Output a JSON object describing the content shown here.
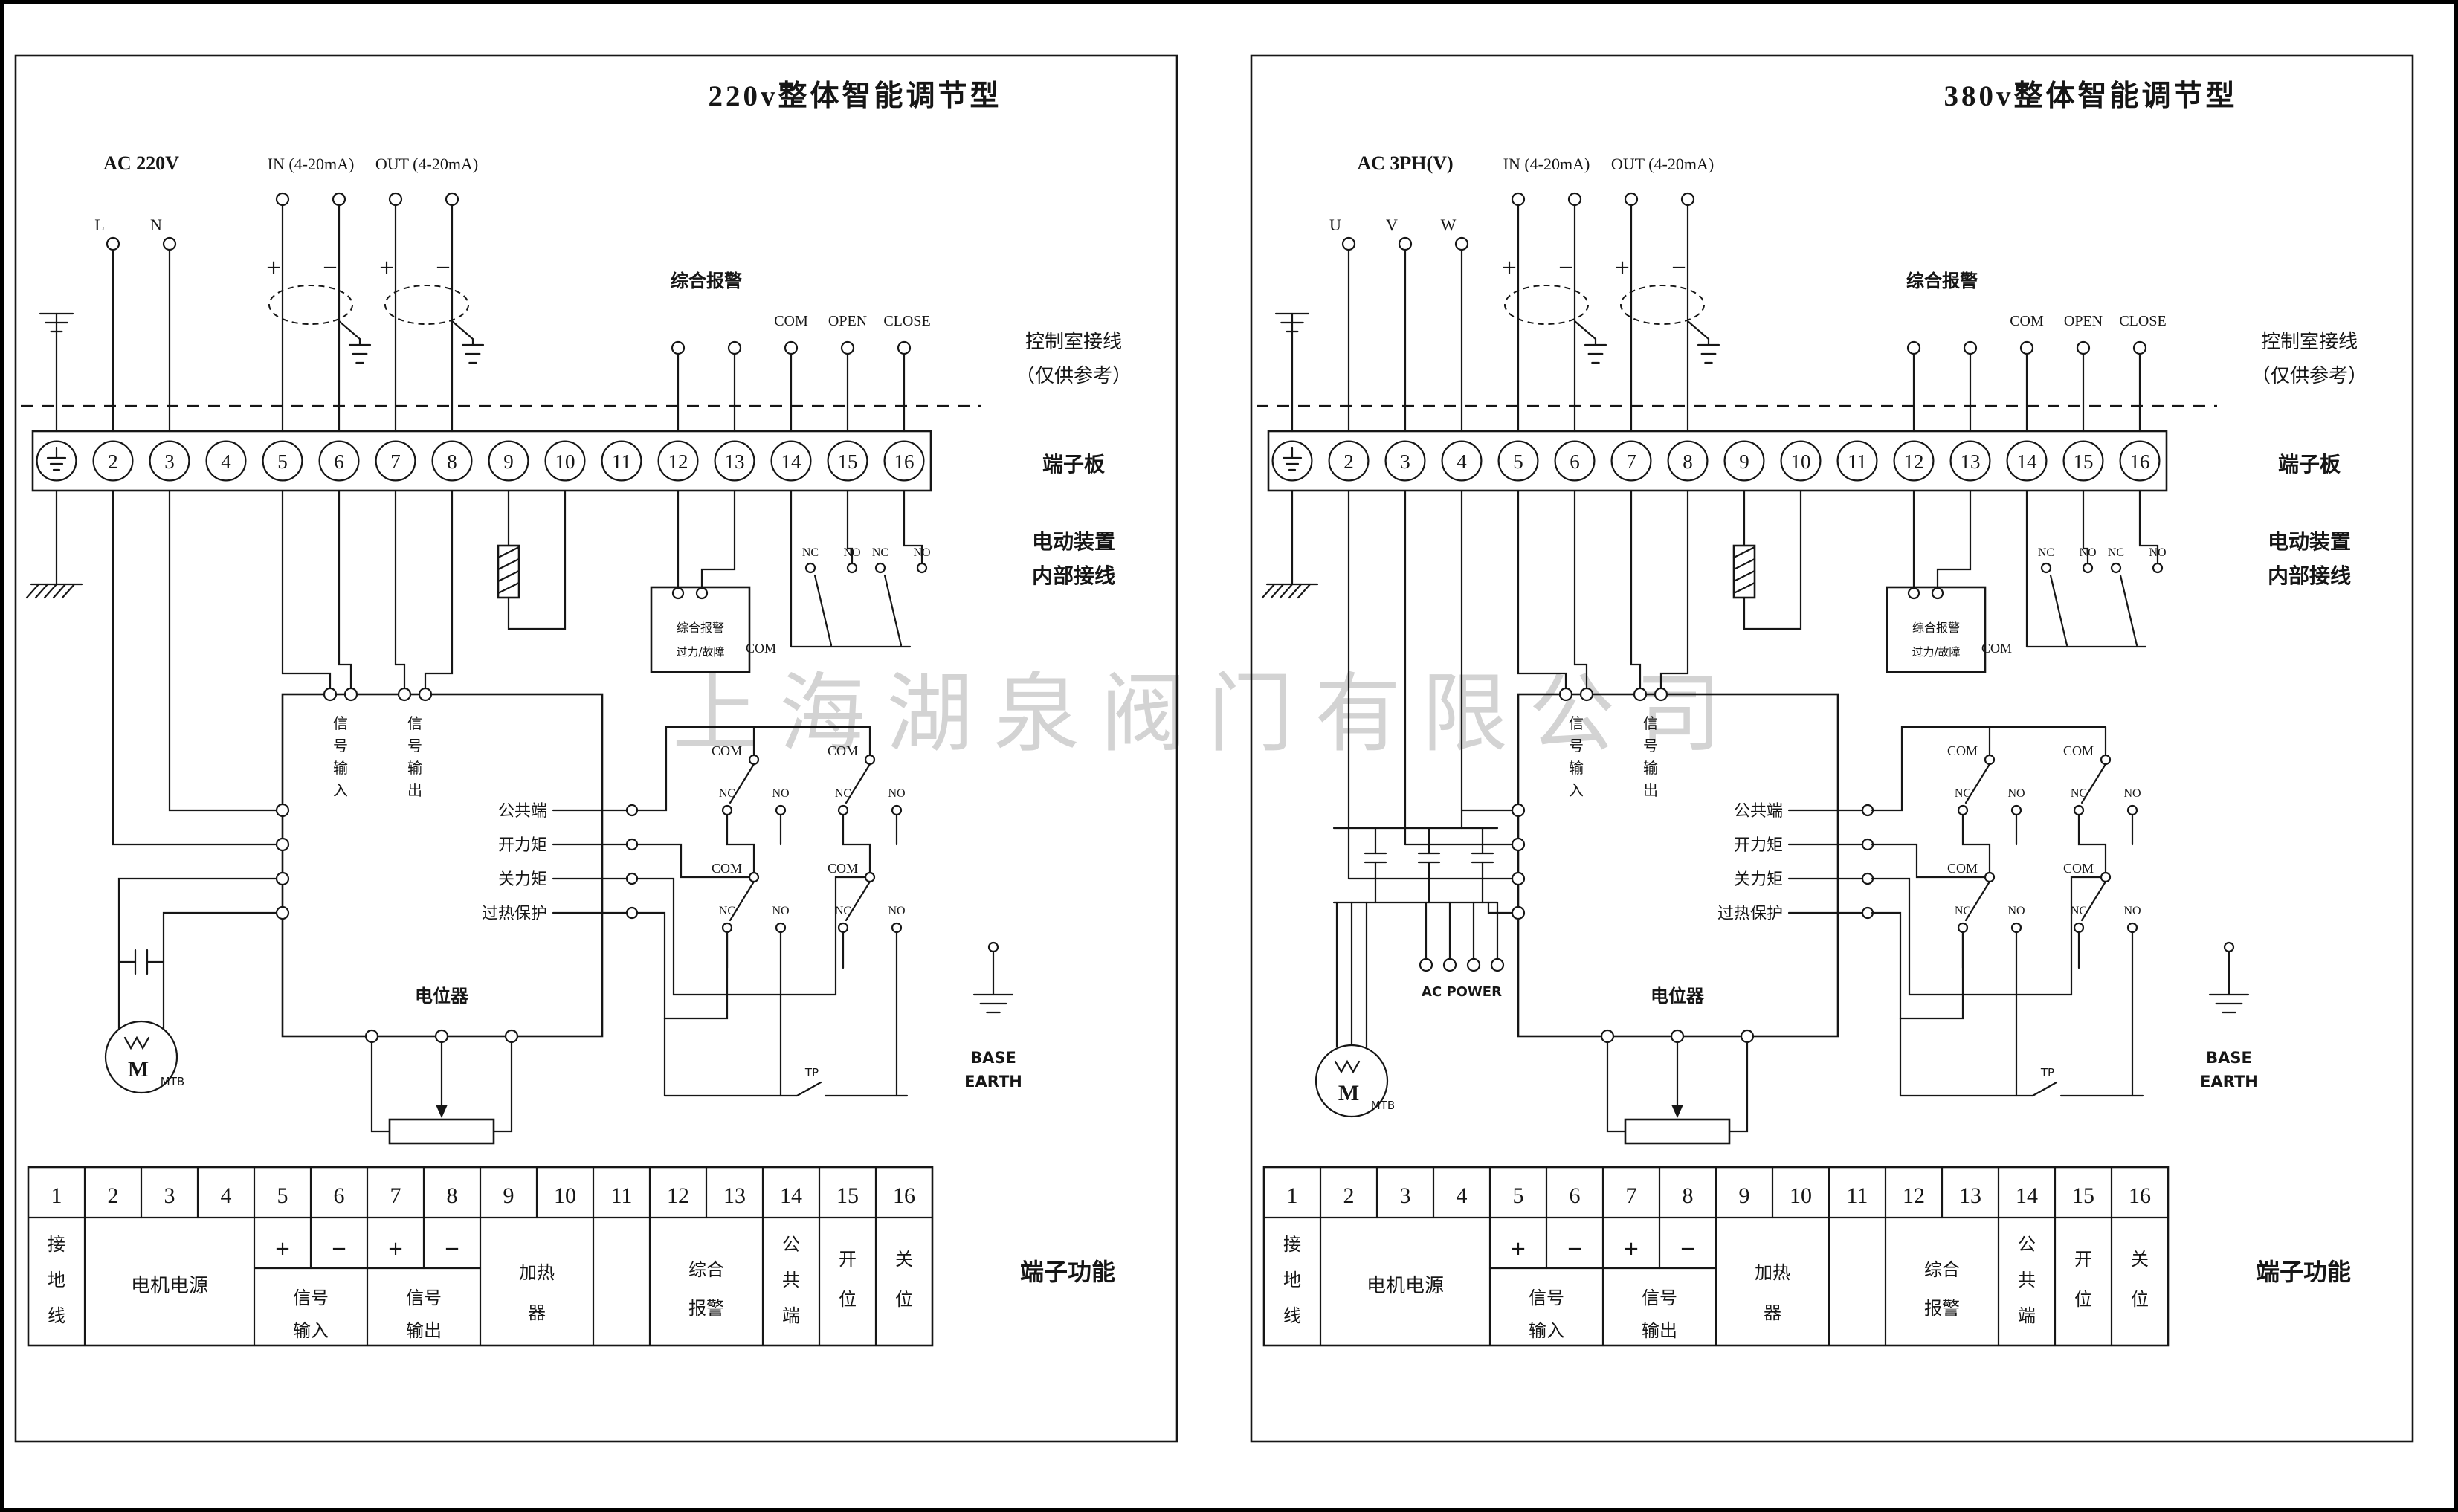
{
  "watermark": "上海湖泉阀门有限公司",
  "colors": {
    "ink": "#161616",
    "watermark": "#a8a8a8",
    "background": "#ffffff"
  },
  "shared": {
    "in_label": "IN (4-20mA)",
    "out_label": "OUT (4-20mA)",
    "polarity": [
      "+",
      "−",
      "+",
      "−"
    ],
    "alarm_top_label": "综合报警",
    "signal_labels": [
      "COM",
      "OPEN",
      "CLOSE"
    ],
    "control_room_lines": [
      "控制室接线",
      "（仅供参考）"
    ],
    "terminal_board_label": "端子板",
    "internal_wiring_lines": [
      "电动装置",
      "内部接线"
    ],
    "terminal_numbers": [
      "2",
      "3",
      "4",
      "5",
      "6",
      "7",
      "8",
      "9",
      "10",
      "11",
      "12",
      "13",
      "14",
      "15",
      "16"
    ],
    "signal_in_vertical": "信号输入",
    "signal_out_vertical": "信号输出",
    "relay_labels": [
      "公共端",
      "开力矩",
      "关力矩",
      "过热保护"
    ],
    "potentiometer_label": "电位器",
    "motor_label": "M",
    "motor_sub_label": "MTB",
    "alarm_box_lines": [
      "综合报警",
      "过力/故障"
    ],
    "contact_labels": {
      "nc": "NC",
      "no": "NO",
      "com": "COM"
    },
    "base_earth_lines": [
      "BASE",
      "EARTH"
    ],
    "tp_label": "TP",
    "table": {
      "numbers": [
        "1",
        "2",
        "3",
        "4",
        "5",
        "6",
        "7",
        "8",
        "9",
        "10",
        "11",
        "12",
        "13",
        "14",
        "15",
        "16"
      ],
      "ground": "接地线",
      "motor_power": "电机电源",
      "polarity": [
        "+",
        "−",
        "+",
        "−"
      ],
      "signal_in": [
        "信号",
        "输入"
      ],
      "signal_out": [
        "信号",
        "输出"
      ],
      "heater": [
        "加热",
        "器"
      ],
      "alarm": [
        "综合",
        "报警"
      ],
      "common": "公共端",
      "open_pos": "开位",
      "close_pos": "关位"
    },
    "table_caption": "端子功能"
  },
  "panels": [
    {
      "title": "220v整体智能调节型",
      "power_label": "AC 220V",
      "phases": [
        "L",
        "N"
      ]
    },
    {
      "title": "380v整体智能调节型",
      "power_label": "AC 3PH(V)",
      "phases": [
        "U",
        "V",
        "W"
      ],
      "ac_power_label": "AC POWER"
    }
  ]
}
